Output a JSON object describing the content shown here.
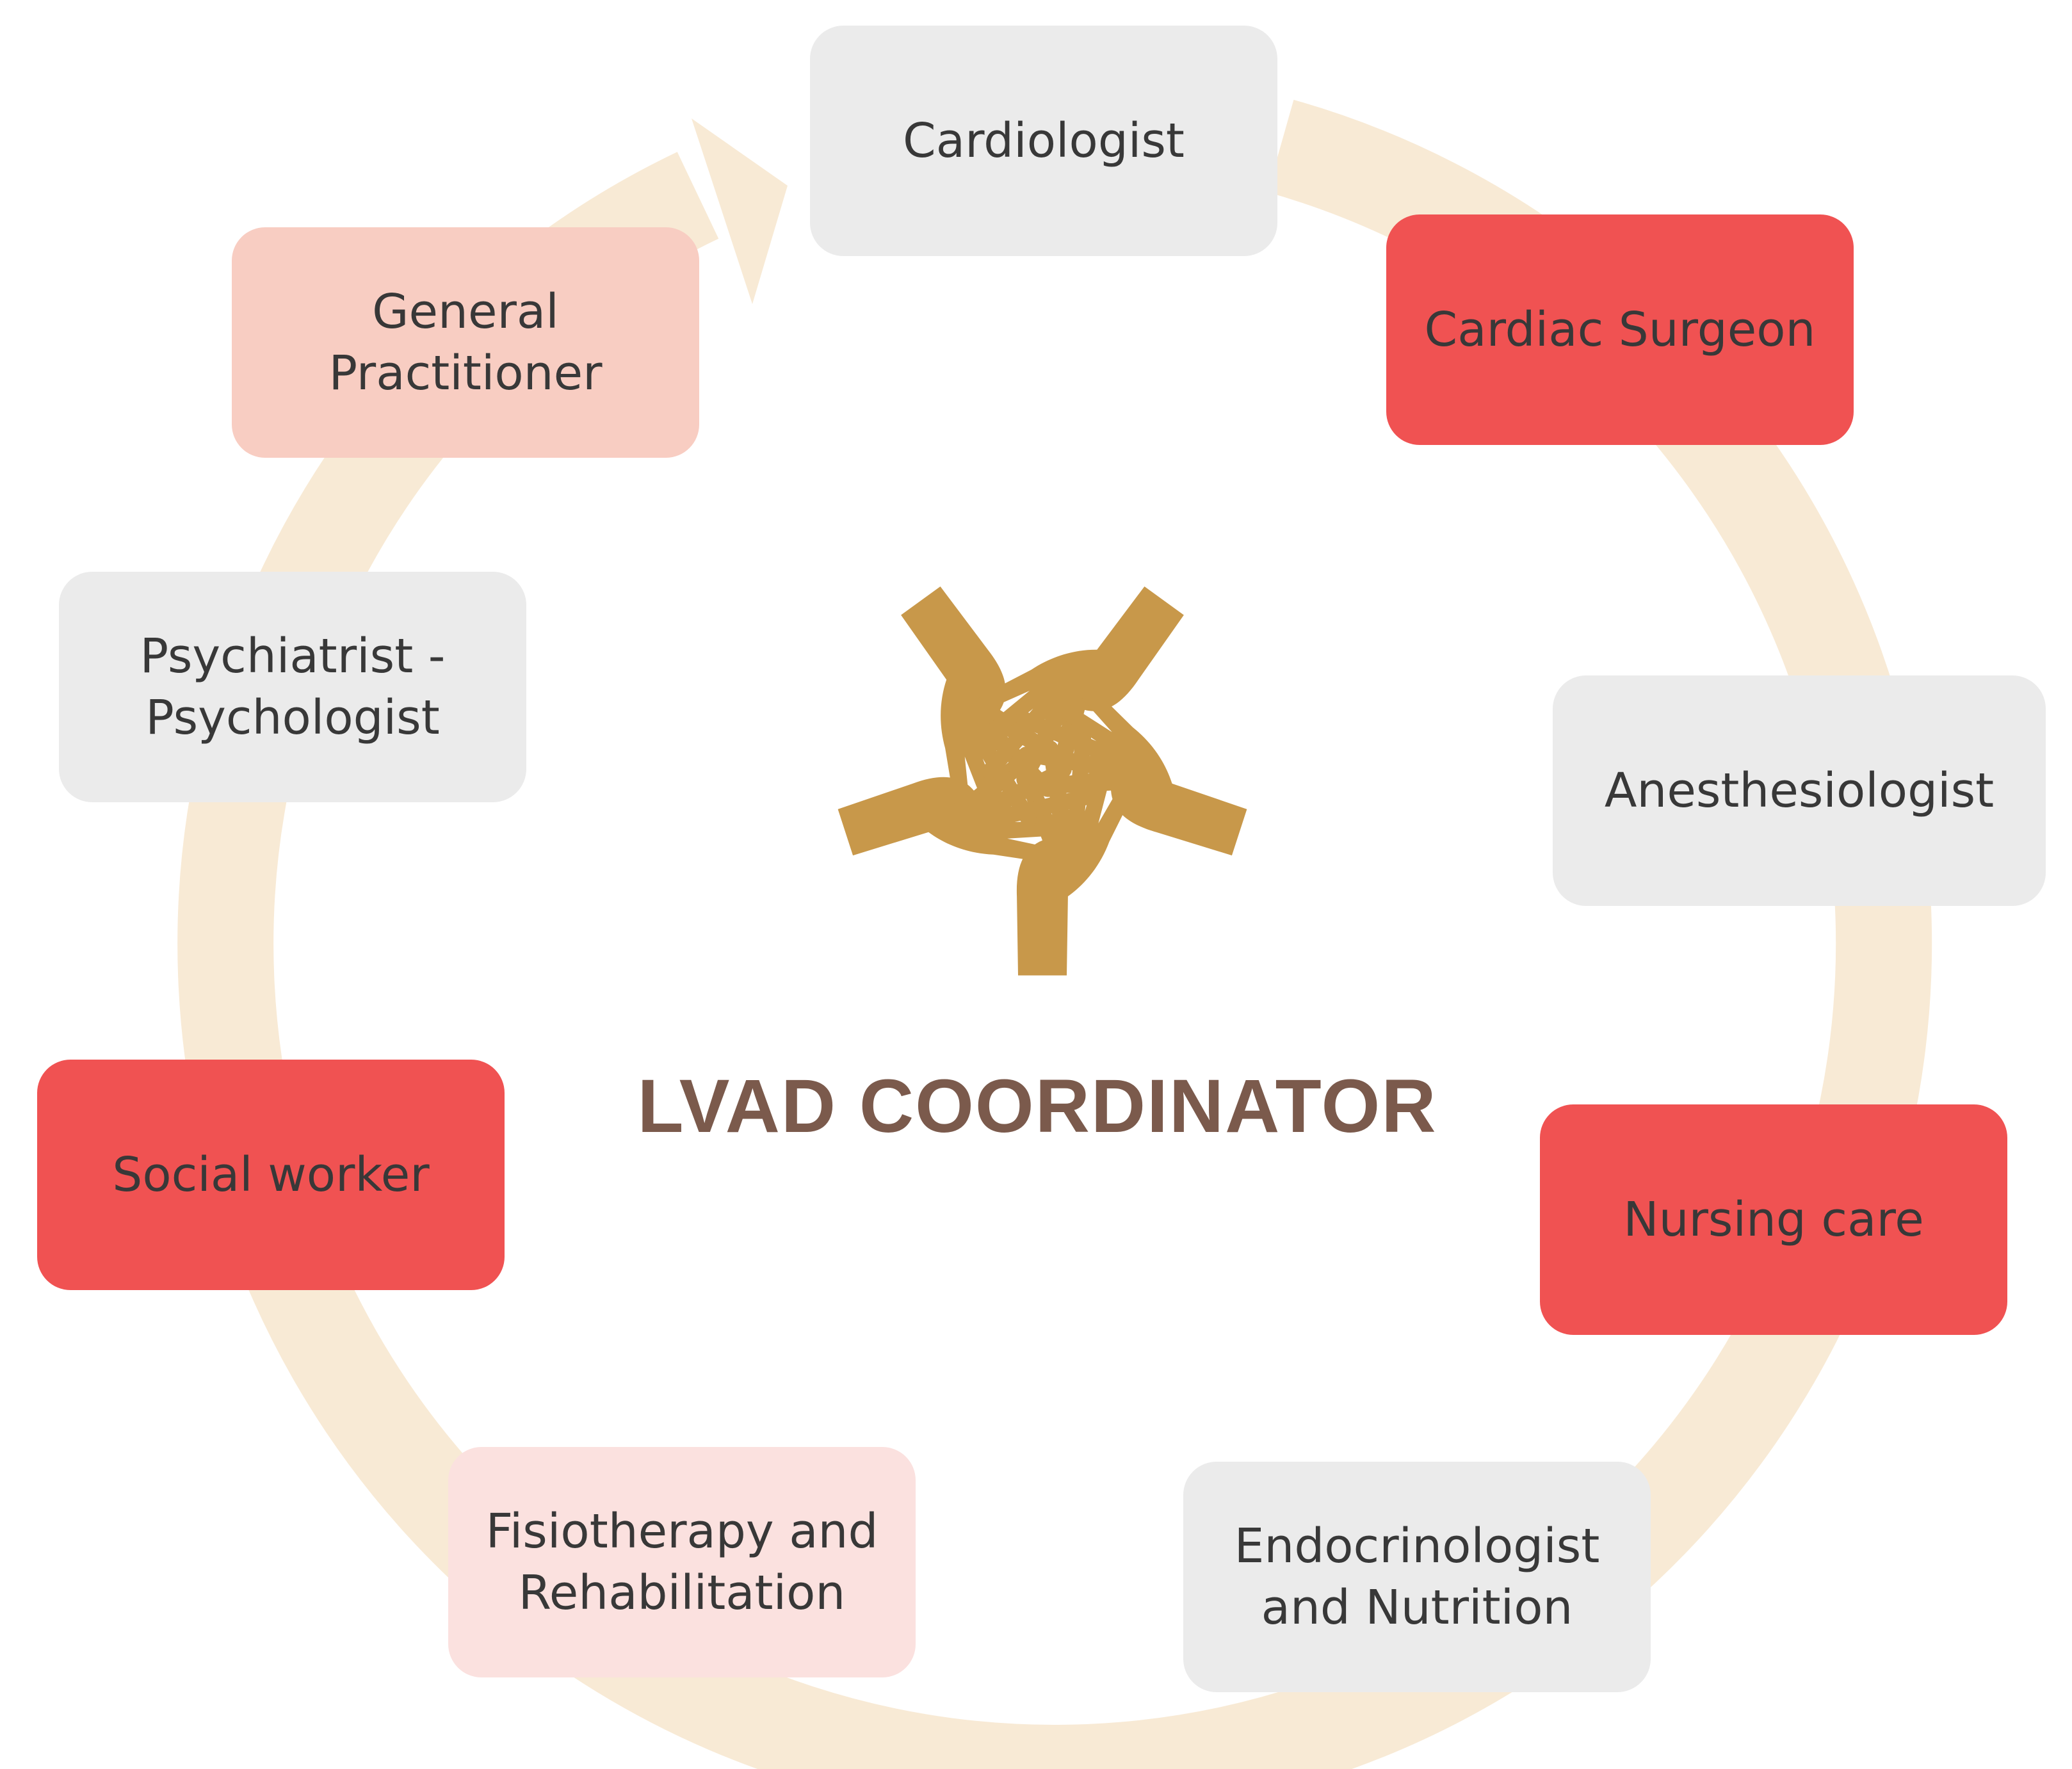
{
  "colors": {
    "ring": "#f8ead5",
    "hands": "#c8984a",
    "title": "#7b5a4c",
    "text": "#383838",
    "gray_box": "#ebebeb",
    "red_box": "#f05252",
    "peach_box": "#f8cdc2",
    "pink_box": "#fbe1df"
  },
  "center": {
    "title": "LVAD COORDINATOR",
    "icon": "joined-hands-icon"
  },
  "nodes": [
    {
      "id": "cardiologist",
      "label": "Cardiologist",
      "style": "gray"
    },
    {
      "id": "cardiac-surgeon",
      "label": "Cardiac Surgeon",
      "style": "red"
    },
    {
      "id": "anesthesiologist",
      "label": "Anesthesiologist",
      "style": "gray"
    },
    {
      "id": "nursing-care",
      "label": "Nursing care",
      "style": "red"
    },
    {
      "id": "endocrinologist",
      "label": "Endocrinologist\nand Nutrition",
      "style": "gray"
    },
    {
      "id": "fisiotherapy",
      "label": "Fisiotherapy and\nRehabilitation",
      "style": "pink"
    },
    {
      "id": "social-worker",
      "label": "Social worker",
      "style": "red"
    },
    {
      "id": "psychiatrist",
      "label": "Psychiatrist -\nPsychologist",
      "style": "gray"
    },
    {
      "id": "general-practitioner",
      "label": "General\nPractitioner",
      "style": "peach"
    }
  ]
}
